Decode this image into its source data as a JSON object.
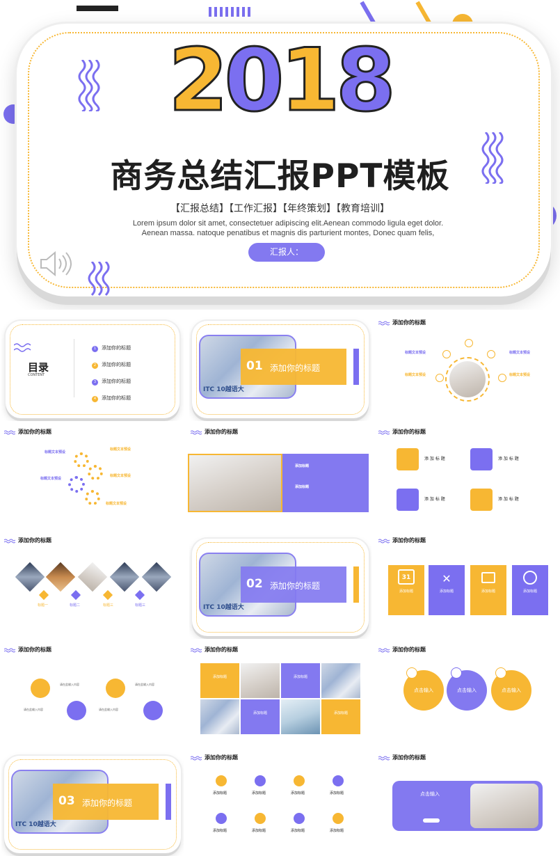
{
  "hero": {
    "year_digits": [
      "2",
      "0",
      "1",
      "8"
    ],
    "title": "商务总结汇报PPT模板",
    "tags": "【汇报总结】【工作汇报】【年终策划】【教育培训】",
    "lorem": "Lorem ipsum dolor sit amet, consectetuer adipiscing elit.Aenean commodo ligula eget dolor. Aenean massa. natoque penatibus et magnis dis parturient montes, Donec quam felis,",
    "reporter_button": "汇报人："
  },
  "colors": {
    "purple": "#7b6ff0",
    "yellow": "#f7b733",
    "dark": "#222222"
  },
  "slide_header": "添加你的标题",
  "toc": {
    "title": "目录",
    "subtitle": "CONTENT",
    "items": [
      {
        "num": "1",
        "label": "添加你的标题"
      },
      {
        "num": "2",
        "label": "添加你的标题"
      },
      {
        "num": "3",
        "label": "添加你的标题"
      },
      {
        "num": "4",
        "label": "添加你的标题"
      }
    ]
  },
  "sections": [
    {
      "num": "01",
      "label": "添加你的标题",
      "photo_text": "ITC 10越语大"
    },
    {
      "num": "02",
      "label": "添加你的标题",
      "photo_text": "ITC 10越语大"
    },
    {
      "num": "03",
      "label": "添加你的标题",
      "photo_text": "ITC 10越语大"
    }
  ],
  "s3": {
    "labels": [
      "标题文本预设",
      "标题文本预设",
      "标题文本预设",
      "标题文本预设"
    ]
  },
  "s4": {
    "labels": [
      "标题文本预设",
      "标题文本预设",
      "标题文本预设",
      "标题文本预设",
      "标题文本预设"
    ]
  },
  "s5": {
    "labels": [
      "添加标题",
      "添加标题"
    ]
  },
  "s6": {
    "labels": [
      "添 加 标 题",
      "添 加 标 题",
      "添 加 标 题",
      "添 加 标 题"
    ]
  },
  "s7": {
    "labels": [
      "标题一",
      "标题二",
      "标题三",
      "标题三"
    ]
  },
  "s9": {
    "labels": [
      "添加标题",
      "添加标题",
      "添加标题",
      "添加标题"
    ],
    "calendar_num": "31"
  },
  "s10": {
    "labels": [
      "请在此输入内容",
      "请在此输入内容",
      "请在此输入内容",
      "请在此输入内容"
    ]
  },
  "s11": {
    "labels": [
      "添加标题",
      "添加标题",
      "添加标题",
      "添加标题"
    ]
  },
  "s12": {
    "labels": [
      "点击输入",
      "点击输入",
      "点击输入"
    ]
  },
  "s14": {
    "labels": [
      "添加标题",
      "添加标题",
      "添加标题",
      "添加标题",
      "添加标题",
      "添加标题",
      "添加标题",
      "添加标题"
    ]
  },
  "s15": {
    "title": "点击输入"
  }
}
